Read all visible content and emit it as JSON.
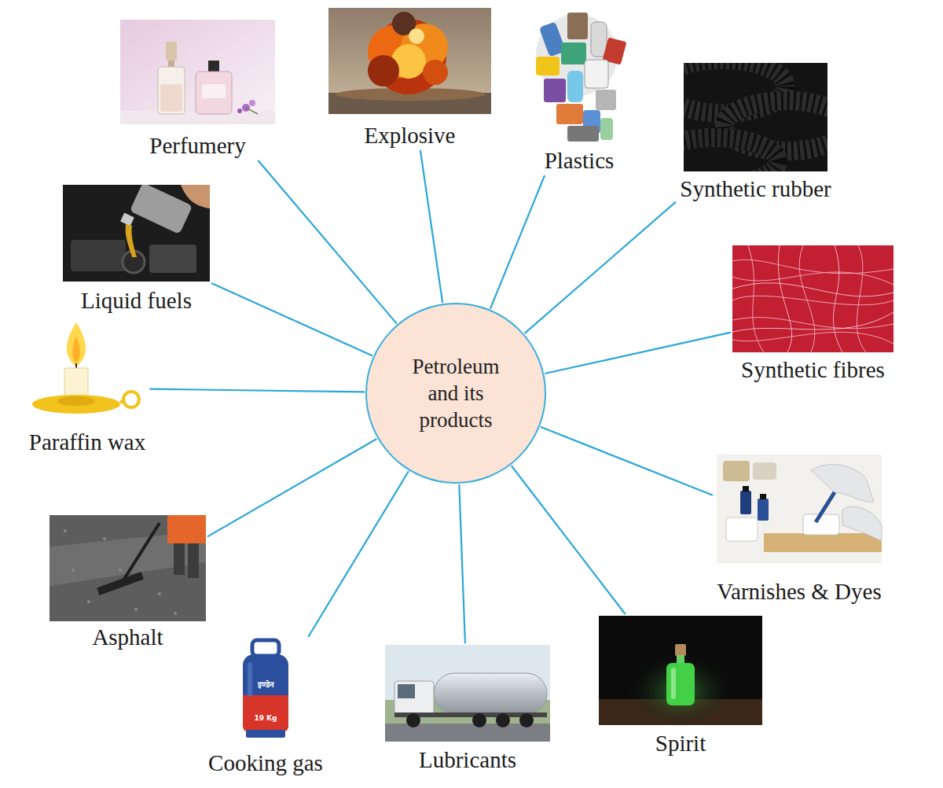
{
  "diagram": {
    "nodes": [
      {
        "text": [
          "Petroleum and its products"
        ]
      },
      {
        "text": [
          "Perfumery"
        ]
      },
      {
        "text": [
          "Explosive"
        ]
      },
      {
        "text": [
          "Plastics"
        ]
      },
      {
        "text": [
          "Synthetic rubber"
        ]
      },
      {
        "text": [
          "Synthetic fibres"
        ]
      },
      {
        "text": [
          "Varnishes & Dyes"
        ]
      },
      {
        "text": [
          "Spirit"
        ]
      },
      {
        "text": [
          "Lubricants"
        ]
      },
      {
        "text": [
          "Cooking gas"
        ]
      },
      {
        "text": [
          "Asphalt"
        ]
      },
      {
        "text": [
          "Paraffin wax"
        ]
      },
      {
        "text": [
          "Liquid fuels"
        ]
      }
    ],
    "edges": [
      {
        "from": 0,
        "to": 1,
        "arrow": "none"
      },
      {
        "from": 0,
        "to": 2,
        "arrow": "none"
      },
      {
        "from": 0,
        "to": 3,
        "arrow": "none"
      },
      {
        "from": 0,
        "to": 4,
        "arrow": "none"
      },
      {
        "from": 0,
        "to": 5,
        "arrow": "none"
      },
      {
        "from": 0,
        "to": 6,
        "arrow": "none"
      },
      {
        "from": 0,
        "to": 7,
        "arrow": "none"
      },
      {
        "from": 0,
        "to": 8,
        "arrow": "none"
      },
      {
        "from": 0,
        "to": 9,
        "arrow": "none"
      },
      {
        "from": 0,
        "to": 10,
        "arrow": "none"
      },
      {
        "from": 0,
        "to": 11,
        "arrow": "none"
      },
      {
        "from": 0,
        "to": 12,
        "arrow": "none"
      }
    ],
    "labels": [
      "इण्डेन",
      "19 Kg"
    ]
  }
}
